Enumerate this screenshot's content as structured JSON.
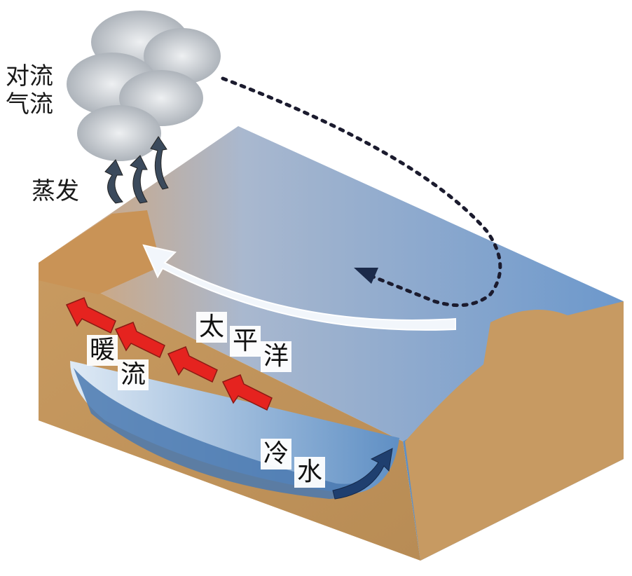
{
  "labels": {
    "convection_line1": "对流",
    "convection_line2": "气流",
    "evaporation": "蒸发",
    "pacific_1": "太",
    "pacific_2": "平",
    "pacific_3": "洋",
    "warm_1": "暖",
    "warm_2": "流",
    "cold_1": "冷",
    "cold_2": "水"
  },
  "colors": {
    "sky": "#ffffff",
    "ocean_top": "#7fa8d6",
    "ocean_deep": "#4f7fb8",
    "land": "#c9a06a",
    "land_dark": "#a97f4a",
    "warm_arrow": "#e5231f",
    "cold_arrow": "#1f3f6f",
    "surface_arrow": "#eef4fb",
    "dotted_line": "#1b1b2e",
    "cloud": "#c8cdd3"
  },
  "icons": [
    "cloud-icon",
    "evaporation-arrow-icon",
    "warm-current-arrow-icon",
    "cold-water-arrow-icon",
    "dotted-air-arrow-icon"
  ]
}
